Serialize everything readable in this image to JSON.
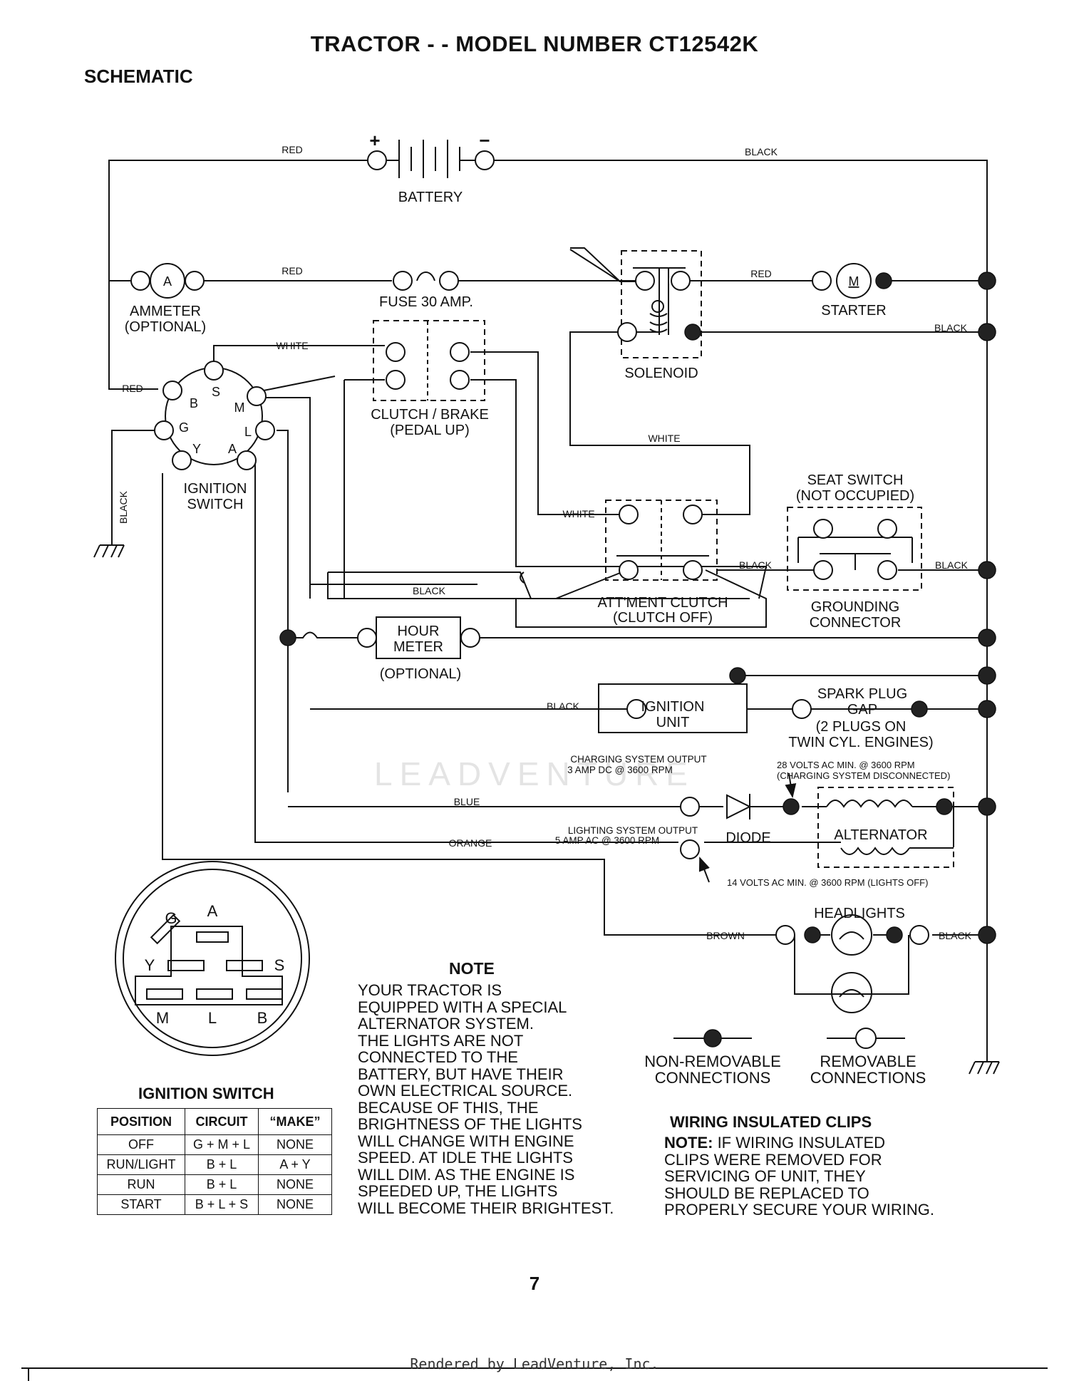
{
  "page": {
    "title": "TRACTOR - - MODEL NUMBER CT12542K",
    "subtitle": "SCHEMATIC",
    "page_number": "7",
    "footer": "Rendered by LeadVenture, Inc.",
    "watermark": "LEADVENTURE"
  },
  "components": {
    "battery": "BATTERY",
    "battery_plus": "+",
    "battery_minus": "−",
    "ammeter_symbol": "A",
    "ammeter_1": "AMMETER",
    "ammeter_2": "(OPTIONAL)",
    "fuse": "FUSE 30 AMP.",
    "starter_symbol": "M",
    "starter": "STARTER",
    "solenoid": "SOLENOID",
    "clutch_brake_1": "CLUTCH / BRAKE",
    "clutch_brake_2": "(PEDAL UP)",
    "ignition_switch_1": "IGNITION",
    "ignition_switch_2": "SWITCH",
    "seat_switch_1": "SEAT SWITCH",
    "seat_switch_2": "(NOT OCCUPIED)",
    "attment_clutch_1": "ATT'MENT CLUTCH",
    "attment_clutch_2": "(CLUTCH OFF)",
    "grounding_1": "GROUNDING",
    "grounding_2": "CONNECTOR",
    "hour_meter_1": "HOUR",
    "hour_meter_2": "METER",
    "hour_meter_3": "(OPTIONAL)",
    "ignition_unit_1": "IGNITION",
    "ignition_unit_2": "UNIT",
    "spark_1": "SPARK PLUG",
    "spark_2": "GAP",
    "spark_3": "(2 PLUGS ON",
    "spark_4": "TWIN CYL. ENGINES)",
    "charging_1": "CHARGING SYSTEM OUTPUT",
    "charging_2": "3 AMP DC @ 3600 RPM",
    "volts28_1": "28 VOLTS AC MIN. @ 3600 RPM",
    "volts28_2": "(CHARGING SYSTEM DISCONNECTED)",
    "diode": "DIODE",
    "alternator": "ALTERNATOR",
    "lighting_1": "LIGHTING SYSTEM OUTPUT",
    "lighting_2": "5 AMP AC @ 3600 RPM",
    "volts14": "14 VOLTS AC MIN. @ 3600 RPM (LIGHTS OFF)",
    "headlights": "HEADLIGHTS",
    "non_removable_1": "NON-REMOVABLE",
    "non_removable_2": "CONNECTIONS",
    "removable_1": "REMOVABLE",
    "removable_2": "CONNECTIONS"
  },
  "terminals": {
    "S": "S",
    "B": "B",
    "M": "M",
    "G": "G",
    "L": "L",
    "Y": "Y",
    "A": "A"
  },
  "wires": {
    "red": "RED",
    "black": "BLACK",
    "white": "WHITE",
    "blue": "BLUE",
    "orange": "ORANGE",
    "brown": "BROWN"
  },
  "ignition_switch_table": {
    "title": "IGNITION SWITCH",
    "headers": [
      "POSITION",
      "CIRCUIT",
      "“MAKE”"
    ],
    "rows": [
      [
        "OFF",
        "G + M + L",
        "NONE"
      ],
      [
        "RUN/LIGHT",
        "B + L",
        "A + Y"
      ],
      [
        "RUN",
        "B + L",
        "NONE"
      ],
      [
        "START",
        "B + L + S",
        "NONE"
      ]
    ]
  },
  "note": {
    "heading": "NOTE",
    "lines": [
      "YOUR TRACTOR IS",
      "EQUIPPED WITH A SPECIAL",
      "ALTERNATOR SYSTEM.",
      "THE LIGHTS ARE NOT",
      "CONNECTED TO THE",
      "BATTERY, BUT HAVE THEIR",
      "OWN ELECTRICAL SOURCE.",
      "BECAUSE OF THIS, THE",
      "BRIGHTNESS OF THE LIGHTS",
      "WILL CHANGE WITH ENGINE",
      "SPEED.  AT IDLE THE LIGHTS",
      "WILL DIM.  AS THE ENGINE IS",
      "SPEEDED UP, THE LIGHTS",
      "WILL BECOME THEIR BRIGHTEST."
    ]
  },
  "wiring_clips": {
    "heading": "WIRING INSULATED CLIPS",
    "lead": "NOTE:",
    "lines": [
      " IF WIRING INSULATED",
      "CLIPS WERE REMOVED FOR",
      "SERVICING OF UNIT, THEY",
      "SHOULD BE REPLACED TO",
      "PROPERLY SECURE YOUR WIRING."
    ]
  }
}
